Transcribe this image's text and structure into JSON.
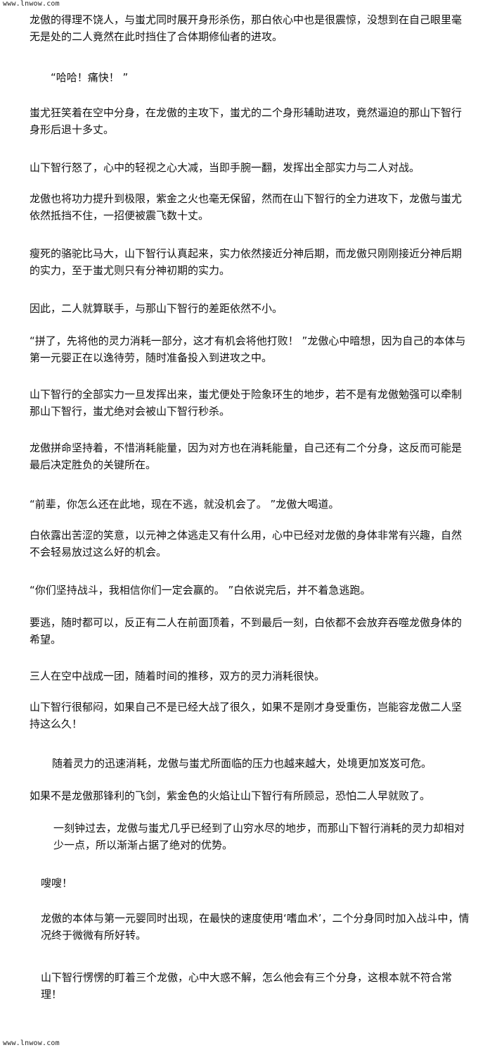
{
  "watermark": {
    "top": "www.lnwow.com",
    "bottom": "www.lnwow.com"
  },
  "paragraphs": [
    "龙傲的得理不饶人，与蚩尤同时展开身形杀伤，那白依心中也是很震惊，没想到在自己眼里毫无是处的二人竟然在此时挡住了合体期修仙者的进攻。",
    "“哈哈！痛快！ ”",
    "蚩尤狂笑着在空中分身，在龙傲的主攻下，蚩尤的二个身形辅助进攻，竟然逼迫的那山下智行身形后退十多丈。",
    "山下智行怒了，心中的轻视之心大减，当即手腕一翻，发挥出全部实力与二人对战。",
    "龙傲也将功力提升到极限，紫金之火也毫无保留，然而在山下智行的全力进攻下，龙傲与蚩尤依然抵挡不住，一招便被震飞数十丈。",
    "瘦死的骆驼比马大，山下智行认真起来，实力依然接近分神后期，而龙傲只刚刚接近分神后期的实力，至于蚩尤则只有分神初期的实力。",
    "因此，二人就算联手，与那山下智行的差距依然不小。",
    "“拼了，先将他的灵力消耗一部分，这才有机会将他打败！ ”龙傲心中暗想，因为自己的本体与第一元婴正在以逸待劳，随时准备投入到进攻之中。",
    "山下智行的全部实力一旦发挥出来，蚩尤便处于险象环生的地步，若不是有龙傲勉强可以牵制那山下智行，蚩尤绝对会被山下智行秒杀。",
    "龙傲拼命坚持着，不惜消耗能量，因为对方也在消耗能量，自己还有二个分身，这反而可能是最后决定胜负的关键所在。",
    "“前辈，你怎么还在此地，现在不逃，就没机会了。 ”龙傲大喝道。",
    "白依露出苦涩的笑意，以元神之体逃走又有什么用，心中已经对龙傲的身体非常有兴趣，自然不会轻易放过这么好的机会。",
    "“你们坚持战斗，我相信你们一定会赢的。 ”白依说完后，并不着急逃跑。",
    "要逃，随时都可以，反正有二人在前面顶着，不到最后一刻，白依都不会放弃吞噬龙傲身体的希望。",
    "三人在空中战成一团，随着时间的推移，双方的灵力消耗很快。",
    "山下智行很郁闷，如果自己不是已经大战了很久，如果不是刚才身受重伤，岂能容龙傲二人坚持这么久！",
    "随着灵力的迅速消耗，龙傲与蚩尤所面临的压力也越来越大，处境更加岌岌可危。",
    "如果不是龙傲那锋利的飞剑，紫金色的火焰让山下智行有所顾忌，恐怕二人早就败了。",
    "一刻钟过去，龙傲与蚩尤几乎已经到了山穷水尽的地步，而那山下智行消耗的灵力却相对少一点，所以渐渐占据了绝对的优势。",
    "嗖嗖！",
    "龙傲的本体与第一元婴同时出现，在最快的速度使用‘嗜血术’，二个分身同时加入战斗中，情况终于微微有所好转。",
    "山下智行愣愣的盯着三个龙傲，心中大惑不解，怎么他会有三个分身，这根本就不符合常理！"
  ]
}
